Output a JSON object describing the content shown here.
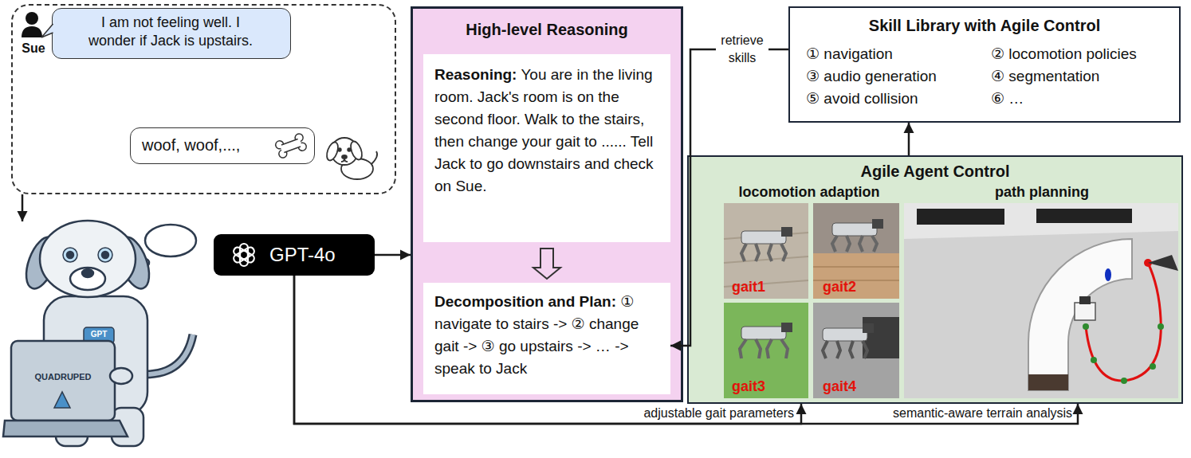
{
  "diagram": {
    "nodes": [
      {
        "text": [
          "Sue"
        ]
      },
      {
        "text": [
          "I am not feeling well. I wonder if Jack is upstairs."
        ],
        "in": 0
      },
      {
        "text": [
          "woof, woof,...,"
        ],
        "in": 0
      },
      {
        "text": [
          "QUADRUPED",
          "GPT"
        ]
      },
      {
        "text": [
          "GPT-4o"
        ]
      },
      {
        "text": [
          "High-level Reasoning"
        ]
      },
      {
        "text": [
          "Reasoning: You are in the living room. Jack's room is on the second floor. Walk to the stairs, then change your gait to ...... Tell Jack to go downstairs and check on Sue."
        ],
        "in": 5
      },
      {
        "text": [
          "Decomposition and Plan: ① navigate to stairs -> ② change gait -> ③ go upstairs -> … -> speak to Jack"
        ],
        "in": 5
      },
      {
        "text": [
          "Skill Library with Agile Control",
          "① navigation",
          "② locomotion policies",
          "③ audio generation",
          "④ segmentation",
          "⑤ avoid collision",
          "⑥ …"
        ]
      },
      {
        "text": [
          "Agile Agent Control",
          "locomotion adaption",
          "path planning"
        ]
      }
    ],
    "edges": [
      {
        "from": 0,
        "to": 3,
        "arrow": "to"
      },
      {
        "from": 4,
        "to": 5,
        "arrow": "to"
      },
      {
        "from": 8,
        "to": 7,
        "arrow": "to",
        "label": "retrieve skills"
      },
      {
        "from": 9,
        "to": 8,
        "arrow": "to"
      },
      {
        "from": 4,
        "to": 9,
        "arrow": "to",
        "label": "adjustable gait parameters"
      },
      {
        "from": 4,
        "to": 9,
        "arrow": "to",
        "label": "semantic-aware terrain analysis"
      },
      {
        "from": 6,
        "to": 7,
        "arrow": "to"
      }
    ],
    "labels": [
      "gait1",
      "gait2",
      "gait3",
      "gait4"
    ]
  }
}
